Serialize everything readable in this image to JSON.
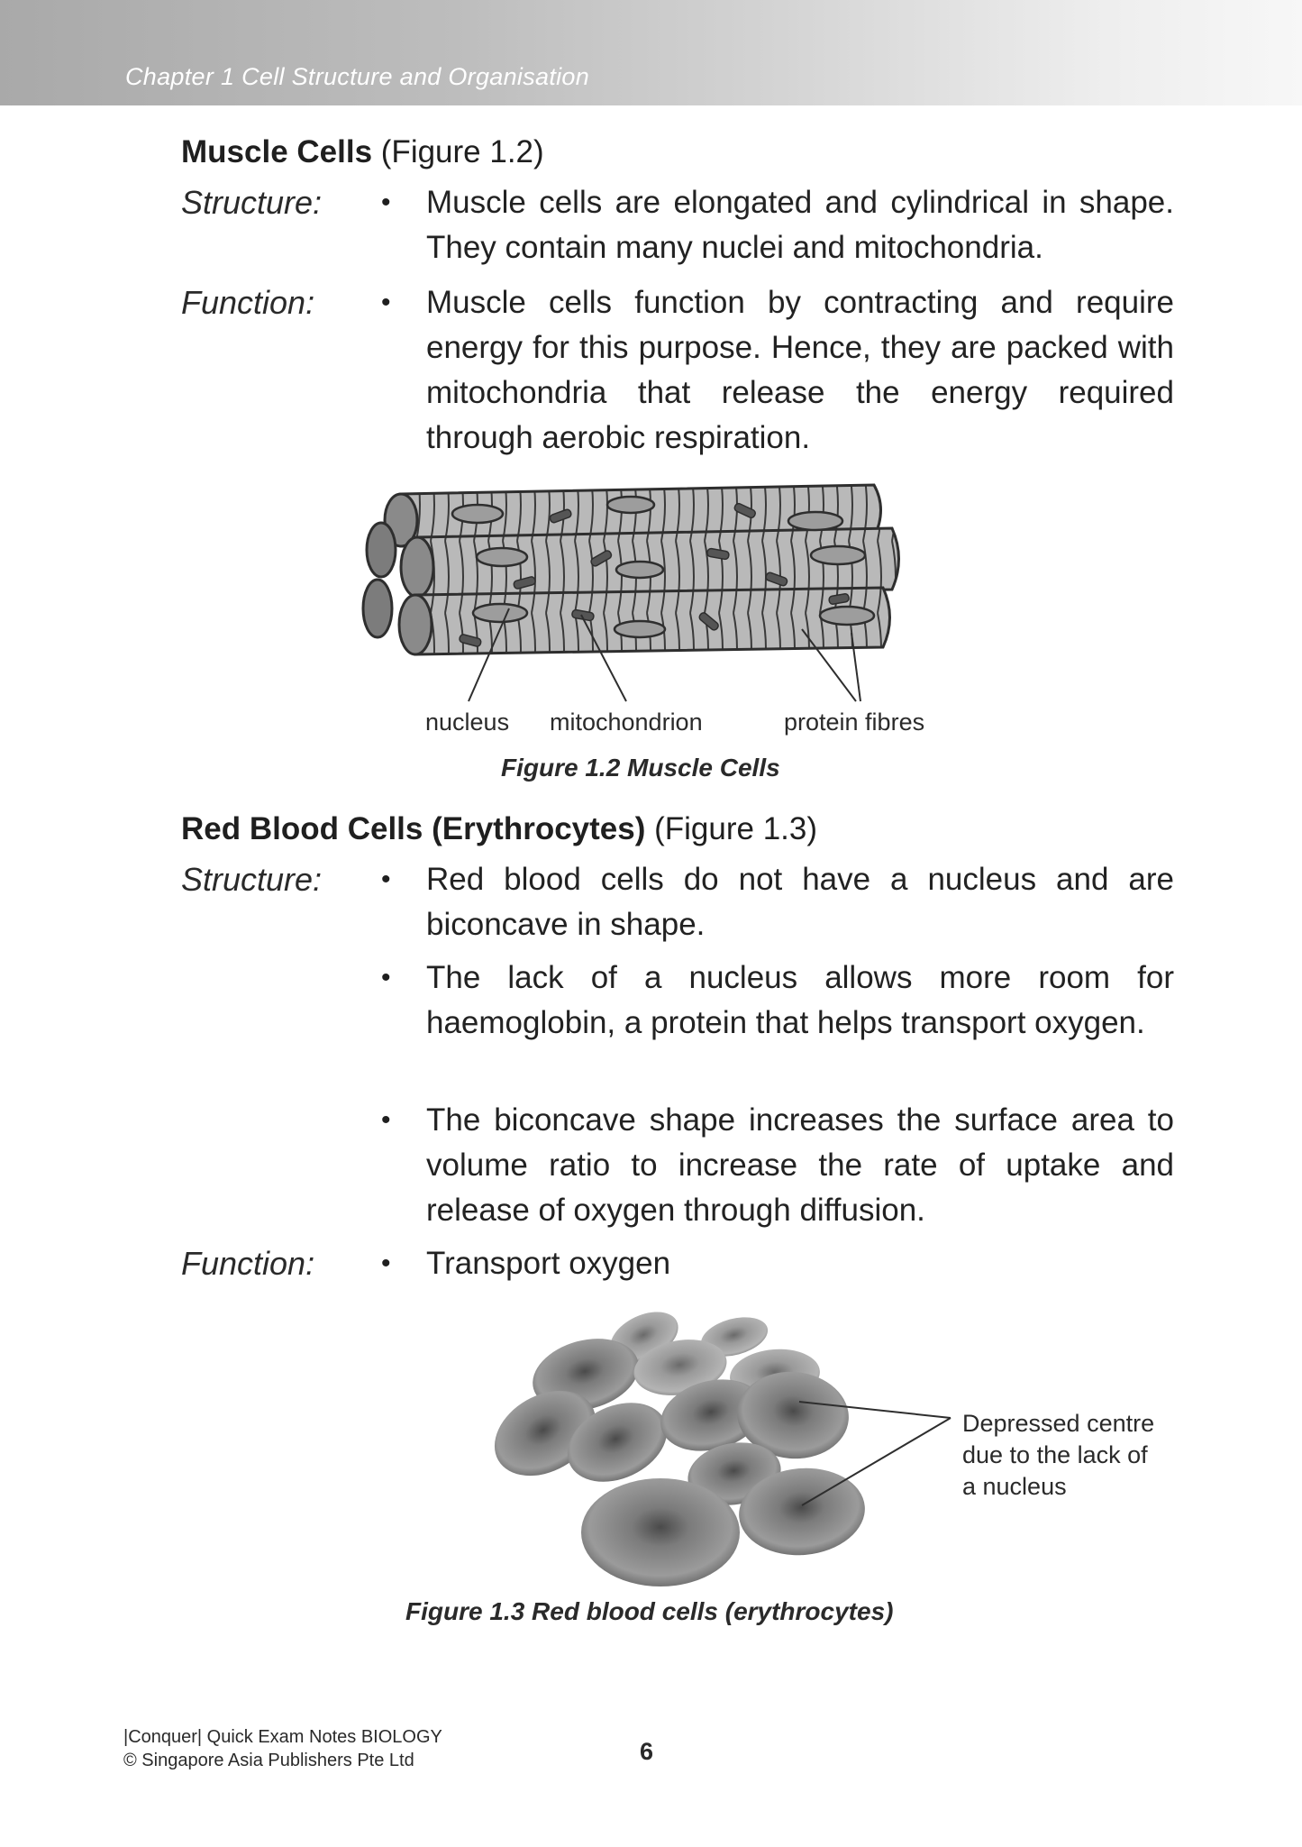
{
  "header": {
    "chapter": "Chapter 1  Cell Structure and Organisation"
  },
  "muscle": {
    "title_bold": "Muscle Cells",
    "title_ref": "(Figure 1.2)",
    "structure_label": "Structure:",
    "structure_bullets": [
      "Muscle cells are elongated and cylindrical in shape. They contain many nuclei and mitochondria."
    ],
    "function_label": "Function:",
    "function_bullets": [
      "Muscle cells function by contracting and require energy for this purpose. Hence, they are packed with mitochondria that release the energy required through aerobic respiration."
    ],
    "figure": {
      "labels": {
        "nucleus": "nucleus",
        "mitochondrion": "mitochondrion",
        "protein_fibres": "protein fibres"
      },
      "caption": "Figure 1.2  Muscle Cells"
    }
  },
  "rbc": {
    "title_bold": "Red Blood Cells (Erythrocytes)",
    "title_ref": "(Figure 1.3)",
    "structure_label": "Structure:",
    "structure_bullets": [
      "Red blood cells do not have a nucleus and are biconcave in shape.",
      "The lack of a nucleus allows more room for haemoglobin, a protein that helps transport oxygen.",
      "The biconcave shape increases the surface area to volume ratio to increase the rate of uptake and release of oxygen through diffusion."
    ],
    "function_label": "Function:",
    "function_bullets": [
      "Transport oxygen"
    ],
    "figure": {
      "annotation_lines": [
        "Depressed centre",
        "due to the lack of",
        "a nucleus"
      ],
      "caption": "Figure 1.3  Red blood cells (erythrocytes)"
    }
  },
  "footer": {
    "line1": "|Conquer| Quick Exam Notes BIOLOGY",
    "line2": "© Singapore Asia Publishers Pte Ltd",
    "page": "6"
  },
  "bullet_symbol": "•"
}
